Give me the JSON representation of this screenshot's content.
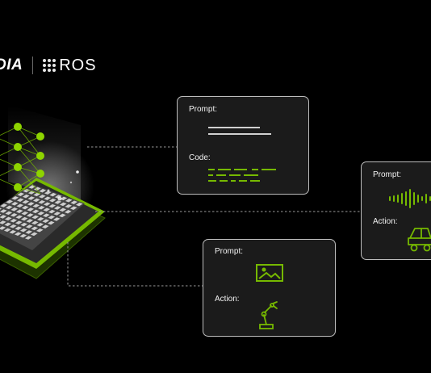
{
  "brand": {
    "company": "DIA",
    "product": "ROS"
  },
  "cards": [
    {
      "prompt_label": "Prompt:",
      "second_label": "Code:",
      "prompt_icon": "text-lines-icon",
      "output_icon": "code-lines-icon"
    },
    {
      "prompt_label": "Prompt:",
      "second_label": "Action:",
      "prompt_icon": "image-icon",
      "output_icon": "robot-arm-icon"
    },
    {
      "prompt_label": "Prompt:",
      "second_label": "Action:",
      "prompt_icon": "audio-waveform-icon",
      "output_icon": "robot-vehicle-icon"
    }
  ],
  "colors": {
    "accent": "#76b900",
    "background": "#000000",
    "card": "#1b1b1b",
    "border": "#bdbdbd"
  }
}
